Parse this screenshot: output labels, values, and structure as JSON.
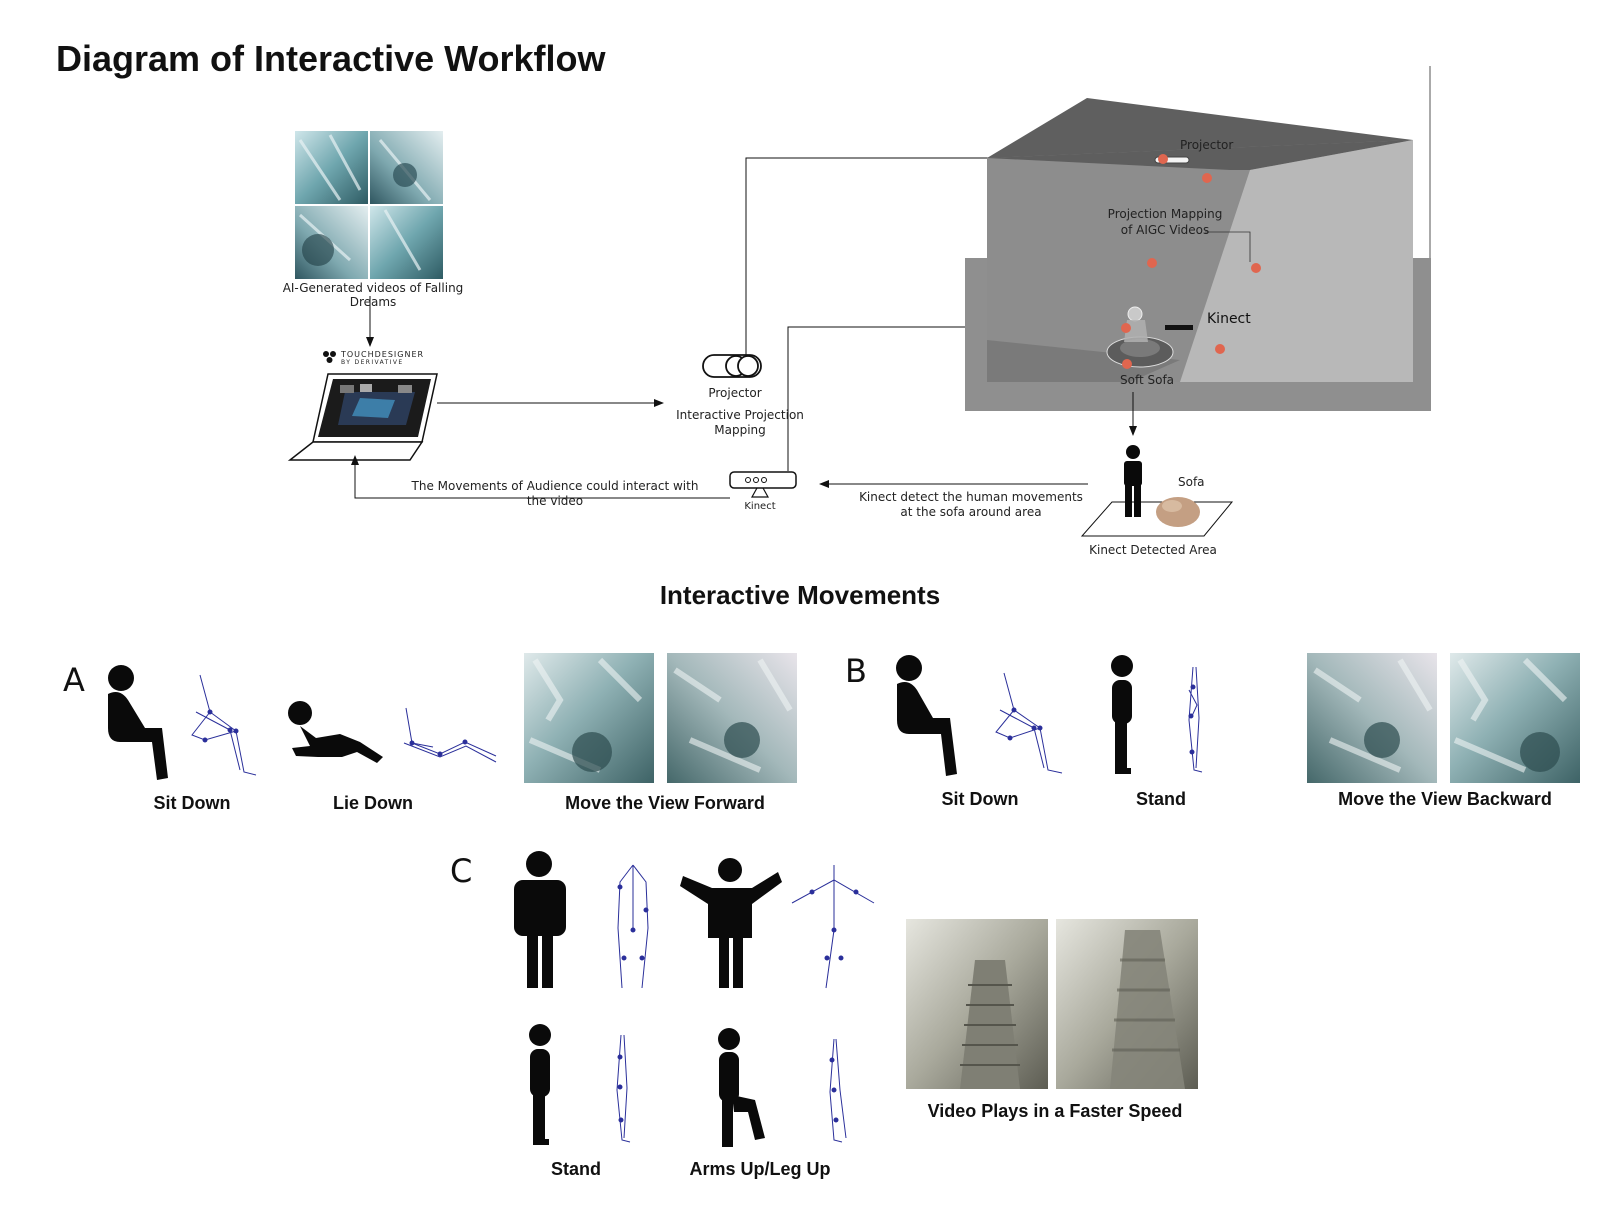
{
  "title": "Diagram of Interactive Workflow",
  "workflow": {
    "ai_videos_caption": "AI-Generated videos of Falling Dreams",
    "touchdesigner_line1": "TOUCHDESIGNER",
    "touchdesigner_line2": "BY DERIVATIVE",
    "projector_label": "Projector",
    "projection_mapping_label": "Interactive Projection Mapping",
    "kinect_label": "Kinect",
    "audience_text": "The Movements of Audience  could interact with the video",
    "kinect_detect_text": "Kinect detect the human movements at the sofa around area",
    "kinect_area_label": "Kinect Detected Area",
    "sofa_label": "Sofa",
    "room_projector_label": "Projector",
    "room_mapping_label_1": "Projection Mapping",
    "room_mapping_label_2": "of AIGC Videos",
    "room_kinect_label": "Kinect",
    "room_sofa_label": "Soft Sofa"
  },
  "section_title": "Interactive Movements",
  "groups": {
    "a": {
      "letter": "A",
      "pose1": "Sit Down",
      "pose2": "Lie Down",
      "result": "Move the View Forward"
    },
    "b": {
      "letter": "B",
      "pose1": "Sit Down",
      "pose2": "Stand",
      "result": "Move the View Backward"
    },
    "c": {
      "letter": "C",
      "pose1": "Stand",
      "pose2": "Arms Up/Leg Up",
      "result": "Video Plays in a Faster Speed"
    }
  },
  "colors": {
    "room_dark": "#5f5f5f",
    "room_mid": "#8d8d8d",
    "room_light": "#b8b8b8",
    "marker": "#e0664f",
    "skeleton": "#2a2f9a",
    "silhouette": "#0a0a0a"
  }
}
